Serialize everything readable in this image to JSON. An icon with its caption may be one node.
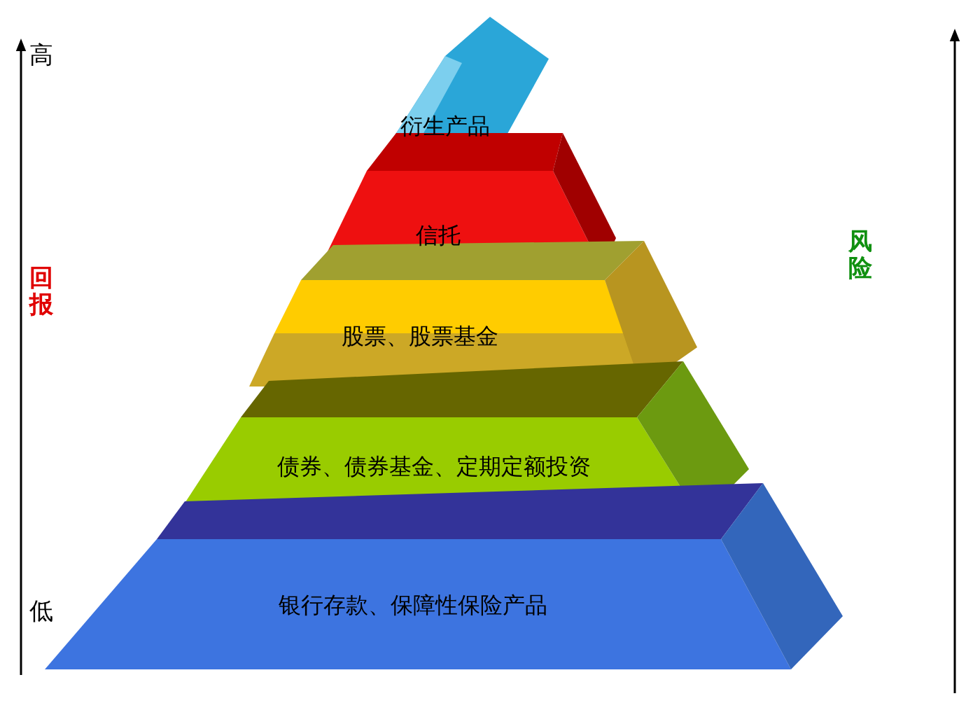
{
  "diagram": {
    "nodes": [
      {
        "text": [
          "衍生产品"
        ]
      },
      {
        "text": [
          "信托"
        ]
      },
      {
        "text": [
          "股票、股票基金"
        ]
      },
      {
        "text": [
          "债券、债券基金、定期定额投资"
        ]
      },
      {
        "text": [
          "银行存款、保障性保险产品"
        ]
      }
    ],
    "labels": [
      "高",
      "回报",
      "低",
      "风险"
    ]
  }
}
